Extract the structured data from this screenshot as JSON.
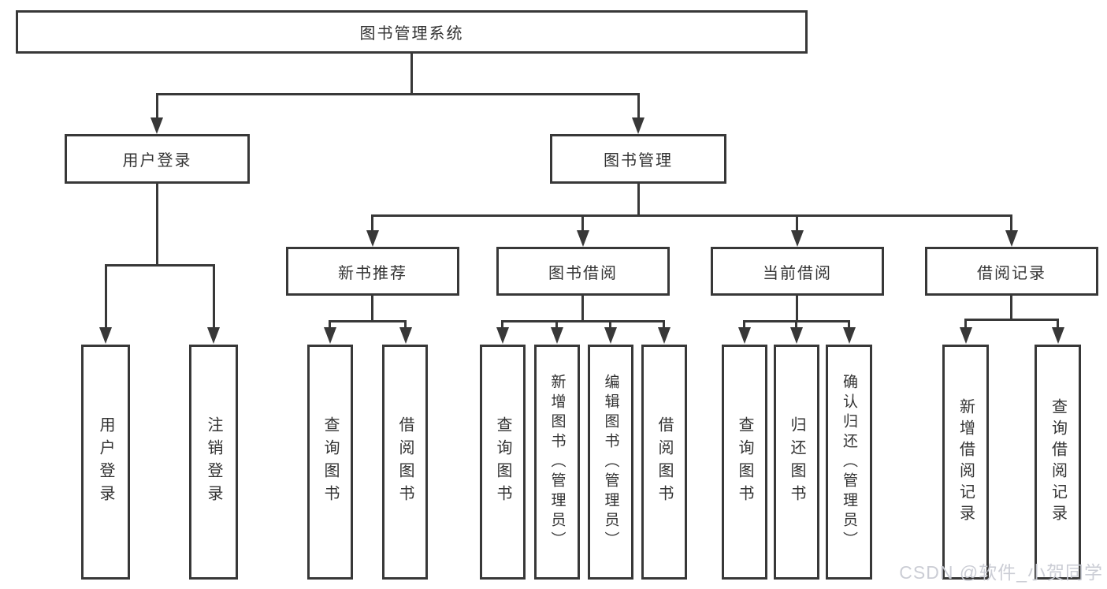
{
  "diagram": {
    "type": "org-chart",
    "root": {
      "label": "图书管理系统"
    },
    "level2": [
      {
        "id": "user-login",
        "label": "用户登录"
      },
      {
        "id": "book-management",
        "label": "图书管理"
      }
    ],
    "level3": [
      {
        "id": "new-book-recommend",
        "label": "新书推荐",
        "parent": "图书管理"
      },
      {
        "id": "book-borrow",
        "label": "图书借阅",
        "parent": "图书管理"
      },
      {
        "id": "current-borrow",
        "label": "当前借阅",
        "parent": "图书管理"
      },
      {
        "id": "borrow-records",
        "label": "借阅记录",
        "parent": "图书管理"
      }
    ],
    "leaves": [
      {
        "id": "leaf-user-login",
        "label": "用户登录",
        "parent": "用户登录"
      },
      {
        "id": "leaf-logout",
        "label": "注销登录",
        "parent": "用户登录"
      },
      {
        "id": "leaf-query-books-recommend",
        "label": "查询图书",
        "parent": "新书推荐"
      },
      {
        "id": "leaf-borrow-books-recommend",
        "label": "借阅图书",
        "parent": "新书推荐"
      },
      {
        "id": "leaf-query-books-borrow",
        "label": "查询图书",
        "parent": "图书借阅"
      },
      {
        "id": "leaf-add-book-admin",
        "label": "新增图书（管理员）",
        "parent": "图书借阅"
      },
      {
        "id": "leaf-edit-book-admin",
        "label": "编辑图书（管理员）",
        "parent": "图书借阅"
      },
      {
        "id": "leaf-borrow-books-borrow",
        "label": "借阅图书",
        "parent": "图书借阅"
      },
      {
        "id": "leaf-query-books-current",
        "label": "查询图书",
        "parent": "当前借阅"
      },
      {
        "id": "leaf-return-books",
        "label": "归还图书",
        "parent": "当前借阅"
      },
      {
        "id": "leaf-confirm-return-admin",
        "label": "确认归还（管理员）",
        "parent": "当前借阅"
      },
      {
        "id": "leaf-add-borrow-record",
        "label": "新增借阅记录",
        "parent": "借阅记录"
      },
      {
        "id": "leaf-query-borrow-record",
        "label": "查询借阅记录",
        "parent": "借阅记录"
      }
    ],
    "colors": {
      "line": "#383838",
      "border": "#383838",
      "fill": "#ffffff",
      "text": "#333333",
      "watermark": "#c9cbd3"
    }
  },
  "watermark": {
    "text": "CSDN @软件_小贺同学"
  }
}
